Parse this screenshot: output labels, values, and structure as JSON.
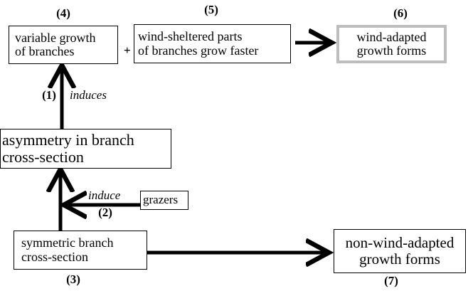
{
  "nodes": {
    "n4": {
      "number": "(4)",
      "lines": [
        "variable growth",
        "of branches"
      ]
    },
    "n5": {
      "number": "(5)",
      "lines": [
        "wind-sheltered  parts",
        "of branches grow faster"
      ]
    },
    "n6": {
      "number": "(6)",
      "lines": [
        "wind-adapted",
        "growth forms"
      ]
    },
    "asym": {
      "lines": [
        "asymmetry in branch",
        "cross-section"
      ]
    },
    "grazers": {
      "lines": [
        "grazers"
      ]
    },
    "n3": {
      "number": "(3)",
      "lines": [
        "symmetric branch",
        "cross-section"
      ]
    },
    "n7": {
      "number": "(7)",
      "lines": [
        "non-wind-adapted",
        "growth forms"
      ]
    }
  },
  "links": {
    "l1": {
      "number": "(1)",
      "label": "induces"
    },
    "l2": {
      "number": "(2)",
      "label": "induce"
    },
    "plus": "+"
  },
  "colors": {
    "stroke": "#000000",
    "highlight_border": "#bdbdbd"
  }
}
